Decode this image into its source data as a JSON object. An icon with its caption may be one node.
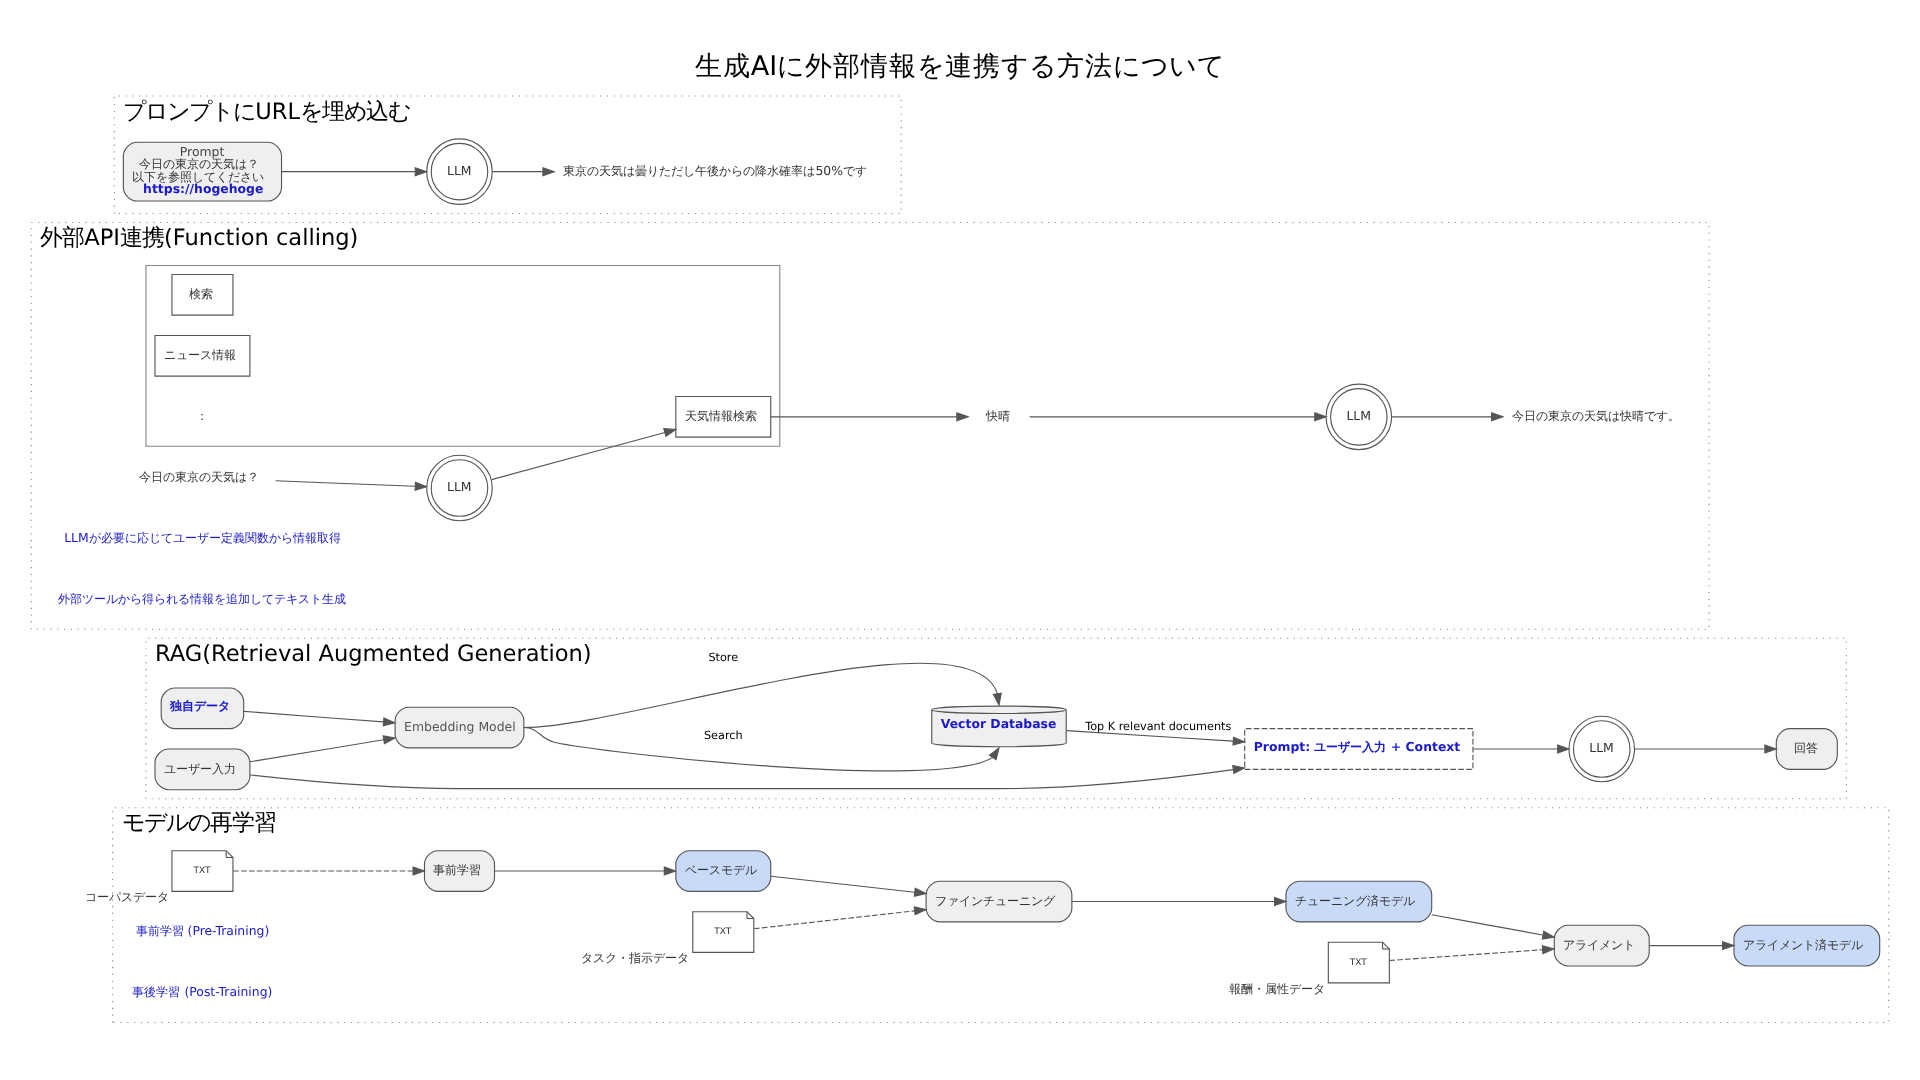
{
  "diagram": {
    "title": "生成AIに外部情報を連携する方法について",
    "nodes": [
      {
        "text": [
          "プロンプトにURLを埋め込む"
        ]
      },
      {
        "text": [
          "Prompt",
          "今日の東京の天気は？",
          "以下を参照してください",
          "https://hogehoge"
        ],
        "in": 0
      },
      {
        "text": [
          "LLM"
        ],
        "in": 0
      },
      {
        "text": [
          "東京の天気は曇りただし午後からの降水確率は50%です"
        ],
        "in": 0
      },
      {
        "text": [
          "外部API連携(Function calling)"
        ]
      },
      {
        "text": [
          "今日の東京の天気は？"
        ],
        "in": 4
      },
      {
        "text": [
          "LLM"
        ],
        "in": 4
      },
      {
        "text": [],
        "shape": "box",
        "in": 4
      },
      {
        "text": [
          "検索"
        ],
        "in": 7
      },
      {
        "text": [
          "天気情報検索"
        ],
        "in": 7
      },
      {
        "text": [
          "ニュース情報"
        ],
        "in": 7
      },
      {
        "text": [
          "快晴"
        ],
        "in": 4
      },
      {
        "text": [
          "LLM"
        ],
        "in": 4
      },
      {
        "text": [
          "今日の東京の天気は快晴です。"
        ],
        "in": 4
      },
      {
        "text": [
          "RAG(Retrieval Augmented Generation)"
        ]
      },
      {
        "text": [
          "独自データ"
        ],
        "in": 14
      },
      {
        "text": [
          "ユーザー入力"
        ],
        "in": 14
      },
      {
        "text": [
          "Embedding Model"
        ],
        "in": 14
      },
      {
        "text": [
          "Vector Database"
        ],
        "in": 14
      },
      {
        "text": [
          "Prompt: ユーザー入力 + Context"
        ],
        "in": 14
      },
      {
        "text": [
          "LLM"
        ],
        "in": 14
      },
      {
        "text": [
          "回答"
        ],
        "in": 14
      },
      {
        "text": [
          "モデルの再学習"
        ]
      },
      {
        "text": [
          "TXT"
        ],
        "beside": [
          "コーパスデータ"
        ],
        "in": 22
      },
      {
        "text": [
          "事前学習"
        ],
        "in": 22
      },
      {
        "text": [
          "ベースモデル"
        ],
        "in": 22
      },
      {
        "text": [
          "TXT"
        ],
        "beside": [
          "タスク・指示データ"
        ],
        "in": 22
      },
      {
        "text": [
          "ファインチューニング"
        ],
        "in": 22
      },
      {
        "text": [
          "チューニング済モデル"
        ],
        "in": 22
      },
      {
        "text": [
          "TXT"
        ],
        "beside": [
          "報酬・属性データ"
        ],
        "in": 22
      },
      {
        "text": [
          "アライメント"
        ],
        "in": 22
      },
      {
        "text": [
          "アライメント済モデル"
        ],
        "in": 22
      }
    ],
    "edges": [
      {
        "from": 1,
        "to": 2,
        "arrow": "to"
      },
      {
        "from": 2,
        "to": 3,
        "arrow": "to"
      },
      {
        "from": 5,
        "to": 6,
        "arrow": "to"
      },
      {
        "from": 6,
        "to": 9,
        "arrow": "to"
      },
      {
        "from": 9,
        "to": 11,
        "arrow": "to"
      },
      {
        "from": 11,
        "to": 12,
        "arrow": "to"
      },
      {
        "from": 12,
        "to": 13,
        "arrow": "to"
      },
      {
        "from": 15,
        "to": 17,
        "arrow": "to"
      },
      {
        "from": 16,
        "to": 17,
        "arrow": "to"
      },
      {
        "from": 17,
        "to": 18,
        "arrow": "to",
        "label": "Store"
      },
      {
        "from": 17,
        "to": 18,
        "arrow": "to",
        "label": "Search"
      },
      {
        "from": 16,
        "to": 19,
        "arrow": "to"
      },
      {
        "from": 18,
        "to": 19,
        "arrow": "to",
        "label": "Top K relevant documents"
      },
      {
        "from": 19,
        "to": 20,
        "arrow": "to"
      },
      {
        "from": 20,
        "to": 21,
        "arrow": "to"
      },
      {
        "from": 23,
        "to": 24,
        "arrow": "to",
        "style": "dashed"
      },
      {
        "from": 24,
        "to": 25,
        "arrow": "to"
      },
      {
        "from": 25,
        "to": 27,
        "arrow": "to"
      },
      {
        "from": 26,
        "to": 27,
        "arrow": "to",
        "style": "dashed"
      },
      {
        "from": 27,
        "to": 28,
        "arrow": "to"
      },
      {
        "from": 28,
        "to": 30,
        "arrow": "to"
      },
      {
        "from": 29,
        "to": 30,
        "arrow": "to",
        "style": "dashed"
      },
      {
        "from": 30,
        "to": 31,
        "arrow": "to"
      }
    ],
    "labels": [
      "：",
      "LLMが必要に応じてユーザー定義関数から情報取得",
      "外部ツールから得られる情報を追加してテキスト生成",
      "事前学習 (Pre-Training)",
      "事後学習 (Post-Training)"
    ]
  }
}
